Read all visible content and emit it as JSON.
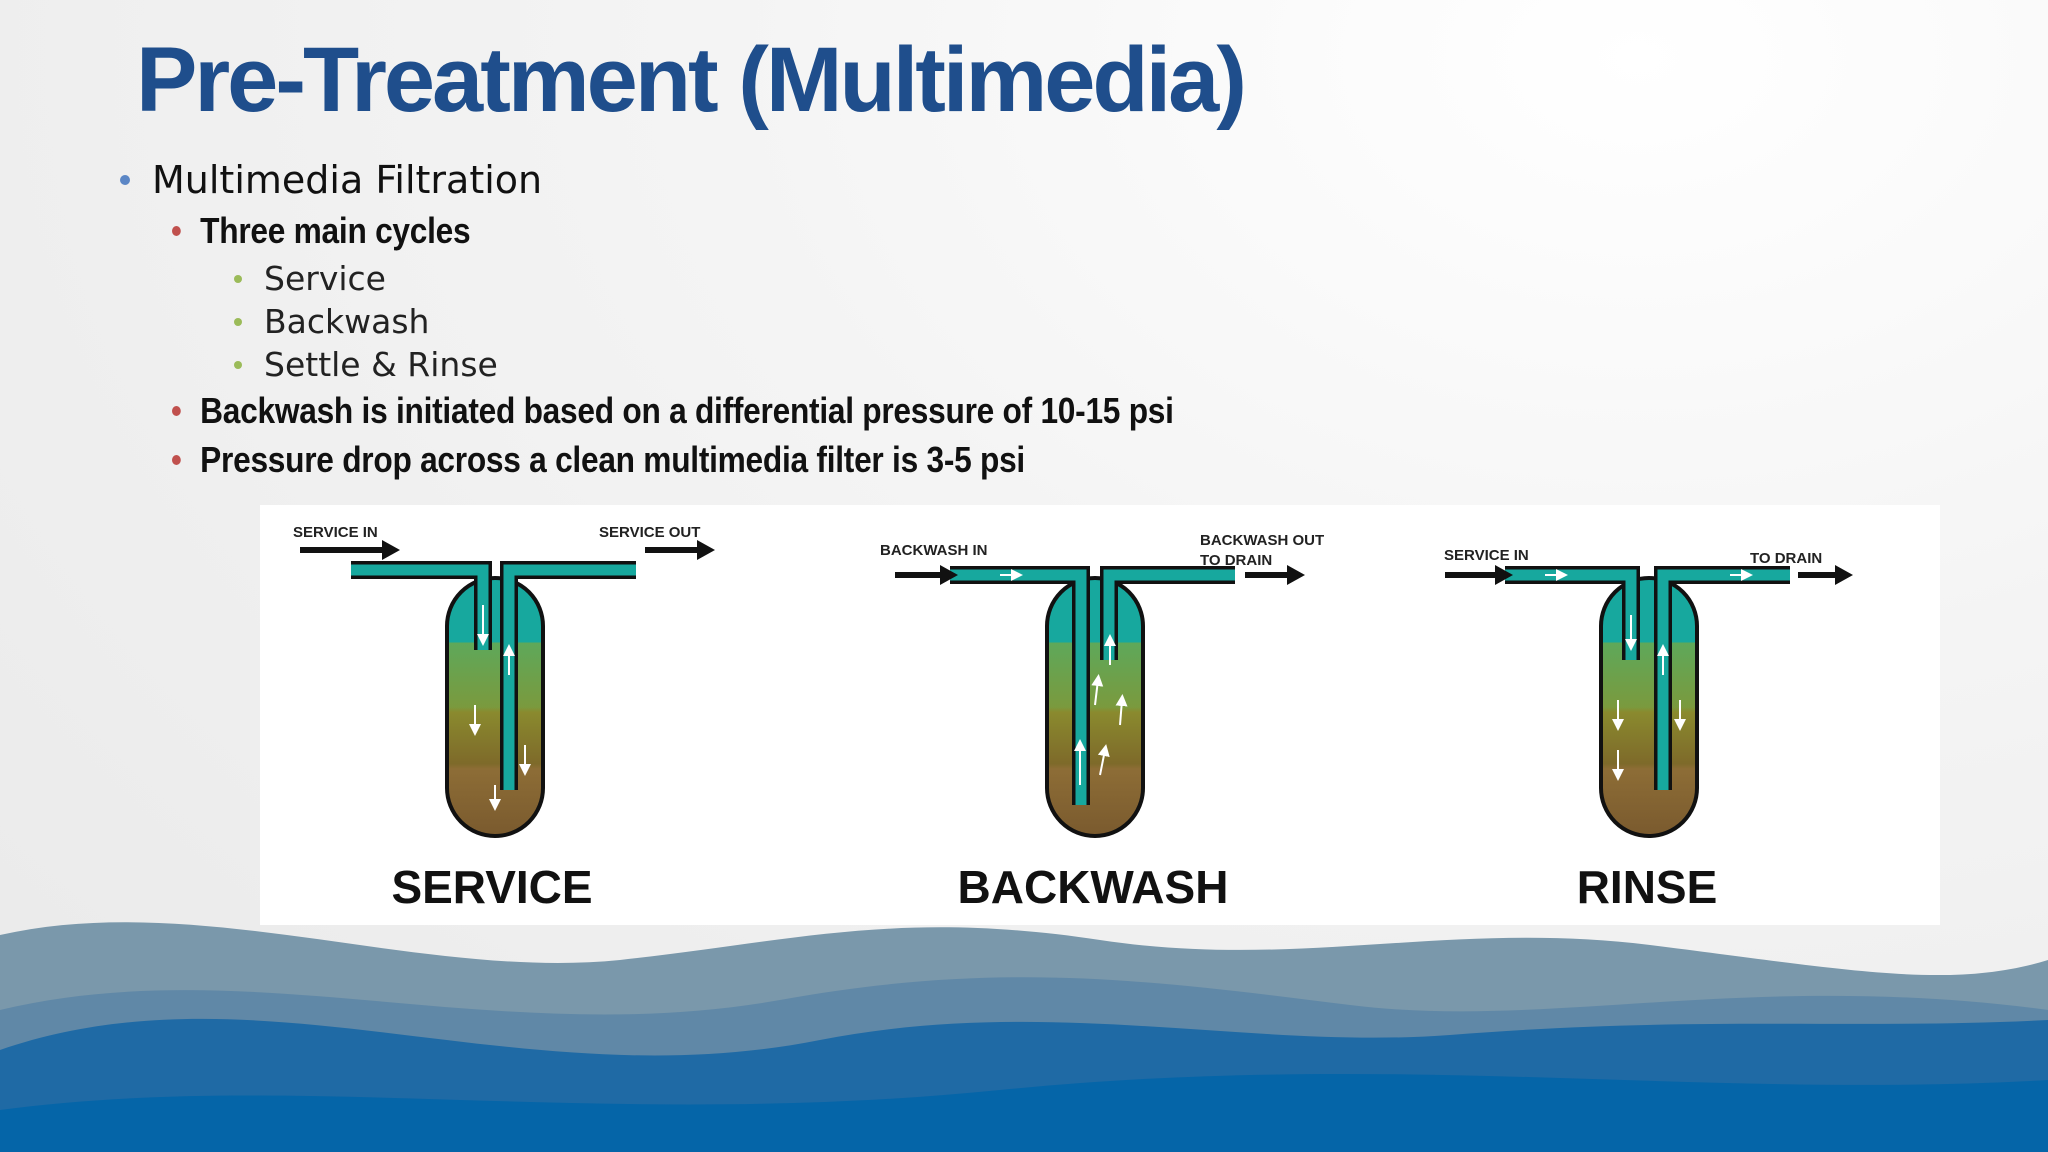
{
  "slide": {
    "title": "Pre-Treatment (Multimedia)",
    "bullets": {
      "main": "Multimedia Filtration",
      "cycles_heading": "Three main cycles",
      "cycles": [
        "Service",
        "Backwash",
        "Settle & Rinse"
      ],
      "backwash_trigger": "Backwash is initiated based on a differential pressure of 10-15 psi",
      "pressure_drop": "Pressure drop across a clean multimedia filter is 3-5 psi"
    }
  },
  "diagram": {
    "service": {
      "caption": "SERVICE",
      "in_label": "SERVICE IN",
      "out_label": "SERVICE OUT"
    },
    "backwash": {
      "caption": "BACKWASH",
      "in_label": "BACKWASH IN",
      "out_label_1": "BACKWASH OUT",
      "out_label_2": "TO DRAIN"
    },
    "rinse": {
      "caption": "RINSE",
      "in_label": "SERVICE IN",
      "out_label": "TO DRAIN"
    }
  },
  "colors": {
    "title": "#1f4e8c",
    "pipe": "#17a89e",
    "bullet_l1": "#5b86c5",
    "bullet_l2": "#c0504d",
    "bullet_l3": "#9bbb59",
    "wave_dark": "#0565a8"
  }
}
